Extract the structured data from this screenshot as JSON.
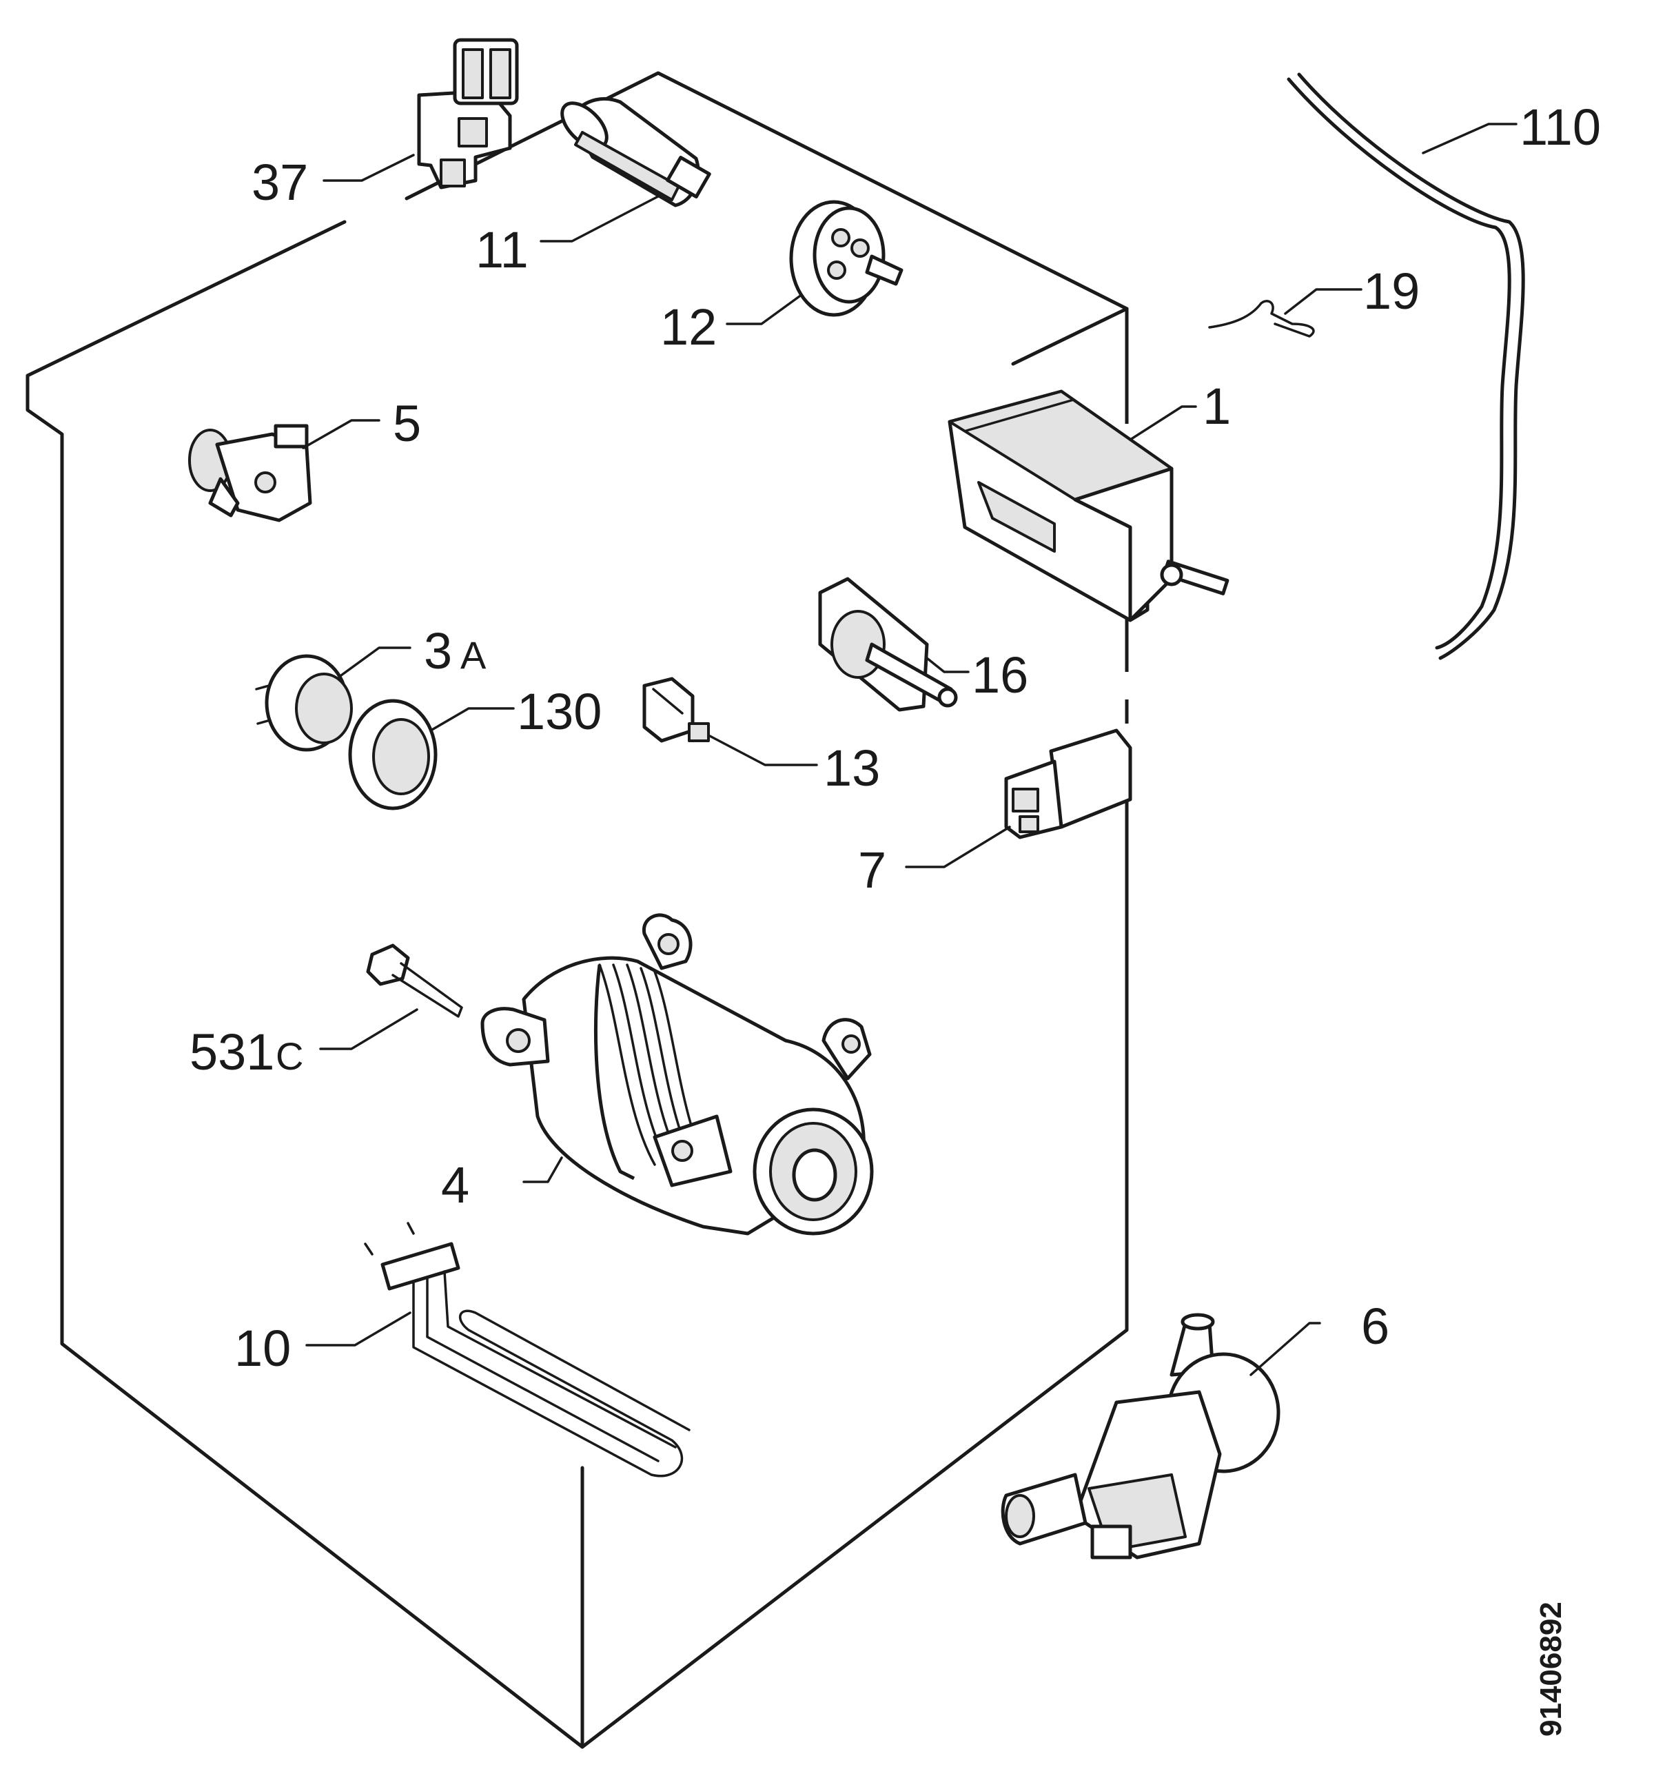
{
  "document_number": "91406892",
  "labels": {
    "p1": "1",
    "p3": "3",
    "p3_suffix": "A",
    "p4": "4",
    "p5": "5",
    "p6": "6",
    "p7": "7",
    "p10": "10",
    "p11": "11",
    "p12": "12",
    "p13": "13",
    "p16": "16",
    "p19": "19",
    "p37": "37",
    "p110": "110",
    "p130": "130",
    "p531_num": "531",
    "p531_suffix": "C"
  },
  "colors": {
    "line": "#1a1a1a",
    "background": "#ffffff",
    "shade": "#e3e3e3"
  }
}
